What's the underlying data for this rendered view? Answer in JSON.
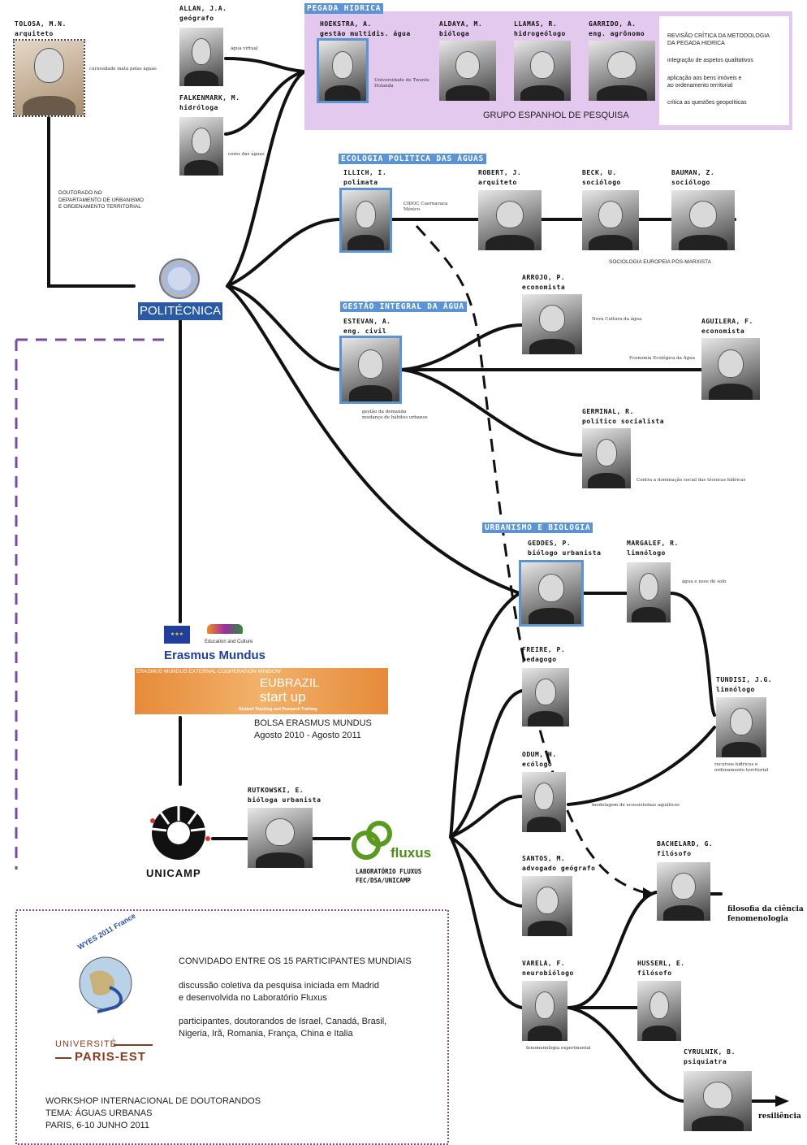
{
  "people": {
    "tolosa": {
      "name": "TOLOSA, M.N.",
      "role": "arquiteto"
    },
    "allan": {
      "name": "ALLAN, J.A.",
      "role": "geógrafo"
    },
    "falkenmark": {
      "name": "FALKENMARK, M.",
      "role": "hidróloga"
    },
    "hoekstra": {
      "name": "HOEKSTRA, A.",
      "role": "gestão multidis. água"
    },
    "aldaya": {
      "name": "ALDAYA, M.",
      "role": "bióloga"
    },
    "llamas": {
      "name": "LLAMAS, R.",
      "role": "hidrogeólogo"
    },
    "garrido": {
      "name": "GARRIDO, A.",
      "role": "eng. agrônomo"
    },
    "illich": {
      "name": "ILLICH, I.",
      "role": "polimata"
    },
    "robert": {
      "name": "ROBERT, J.",
      "role": "arquiteto"
    },
    "beck": {
      "name": "BECK, U.",
      "role": "sociólogo"
    },
    "bauman": {
      "name": "BAUMAN, Z.",
      "role": "sociólogo"
    },
    "arrojo": {
      "name": "ARROJO, P.",
      "role": "economista"
    },
    "estevan": {
      "name": "ESTEVAN, A.",
      "role": "eng. civil"
    },
    "aguilera": {
      "name": "AGUILERA, F.",
      "role": "economista"
    },
    "germinal": {
      "name": "GERMINAL, R.",
      "role": "político socialista"
    },
    "geddes": {
      "name": "GEDDES, P.",
      "role": "biólogo urbanista"
    },
    "margalef": {
      "name": "MARGALEF, R.",
      "role": "limnólogo"
    },
    "freire": {
      "name": "FREIRE, P.",
      "role": "pedagogo"
    },
    "tundisi": {
      "name": "TUNDISI, J.G.",
      "role": "limnólogo"
    },
    "odum": {
      "name": "ODUM, H.",
      "role": "ecólogo"
    },
    "rutkowski": {
      "name": "RUTKOWSKI, E.",
      "role": "bióloga urbanista"
    },
    "santos": {
      "name": "SANTOS, M.",
      "role": "advogado geógrafo"
    },
    "bachelard": {
      "name": "BACHELARD, G.",
      "role": "filósofo"
    },
    "varela": {
      "name": "VARELA, F.",
      "role": "neurobiólogo"
    },
    "husserl": {
      "name": "HUSSERL, E.",
      "role": "filósofo"
    },
    "cyrulnik": {
      "name": "CYRULNIK, B.",
      "role": "psiquiatra"
    }
  },
  "sections": {
    "pegada": "PEGADA HIDRICA",
    "ecologia": "ECOLOGIA POLITICA DAS ÁGUAS",
    "gestao": "GESTÃO INTEGRAL DA ÁGUA",
    "urbanismo": "URBANISMO E BIOLOGIA"
  },
  "notes": {
    "tolosa": "curiosidade inata pelas águas",
    "allan": "água virtual",
    "falkenmark": "cores das águas",
    "hoekstra": "Universidade de Twente\nHolanda",
    "illich": "CIDOC Cuernavaca\nMéxico",
    "sociologia": "SOCIOLOGIA EUROPEIA PÓS-MARXISTA",
    "arrojo": "Nova Cultura da água",
    "aguilera": "Economia Ecológica da Água",
    "estevan": "gestão da demanda\nmudança de hábitos urbanos",
    "germinal": "Contra a dominação social das técnicas hídricas",
    "margalef": "água e usos do solo",
    "tundisi": "recursos hídricos e\nordenamento territorial",
    "odum": "modelagem de ecossistemas aquáticos",
    "varela": "fenomenologia experimental",
    "doutorado": "DOUTORADO NO\nDEPARTAMENTO DE URBANISMO\nE ORDENAMENTO TERRITORIAL"
  },
  "pegada_box": {
    "group": "GRUPO ESPANHOL DE PESQUISA",
    "items": [
      "REVISÃO CRÍTICA DA METODOLOGIA\nDA PEGADA HIDRICA",
      "integração de aspetos qualitativos",
      "aplicação aos bens imóveis e\nao ordenamento territorial",
      "crítica as questões geopolíticas"
    ]
  },
  "institutions": {
    "politecnica": "POLITÉCNICA",
    "erasmus_title": "Erasmus Mundus",
    "erasmus_edu": "Education and Culture",
    "erasmus_window": "ERASMUS MUNDUS EXTERNAL COOPERATION WINDOW",
    "eubrazil_1": "EUBRAZIL",
    "eubrazil_2": "start up",
    "eubrazil_3": "Student Teaching and Research Training",
    "bolsa_1": "BOLSA ERASMUS MUNDUS",
    "bolsa_2": "Agosto 2010 - Agosto 2011",
    "unicamp": "UNICAMP",
    "fluxus": "fluxus",
    "fluxus_lab": "LABORATÓRIO FLUXUS\nFEC/DSA/UNICAMP",
    "paris_1": "UNIVERSITÉ",
    "paris_2": "PARIS-EST",
    "wyes": "WYES 2011 France"
  },
  "workshop": {
    "line1": "CONVIDADO ENTRE OS 15 PARTICIPANTES MUNDIAIS",
    "line2": "discussão coletiva da pesquisa iniciada em Madrid\ne desenvolvida no Laboratório Fluxus",
    "line3": "participantes, doutorandos de Israel, Canadá, Brasil,\nNigeria, Irã, Romania, França, China e Italia",
    "footer": "WORKSHOP INTERNACIONAL DE DOUTORANDOS\nTEMA: ÁGUAS URBANAS\nPARIS, 6-10 JUNHO 2011"
  },
  "arrows": {
    "bachelard": "filosofia da ciência\nfenomenologia",
    "cyrulnik": "resiliência"
  }
}
